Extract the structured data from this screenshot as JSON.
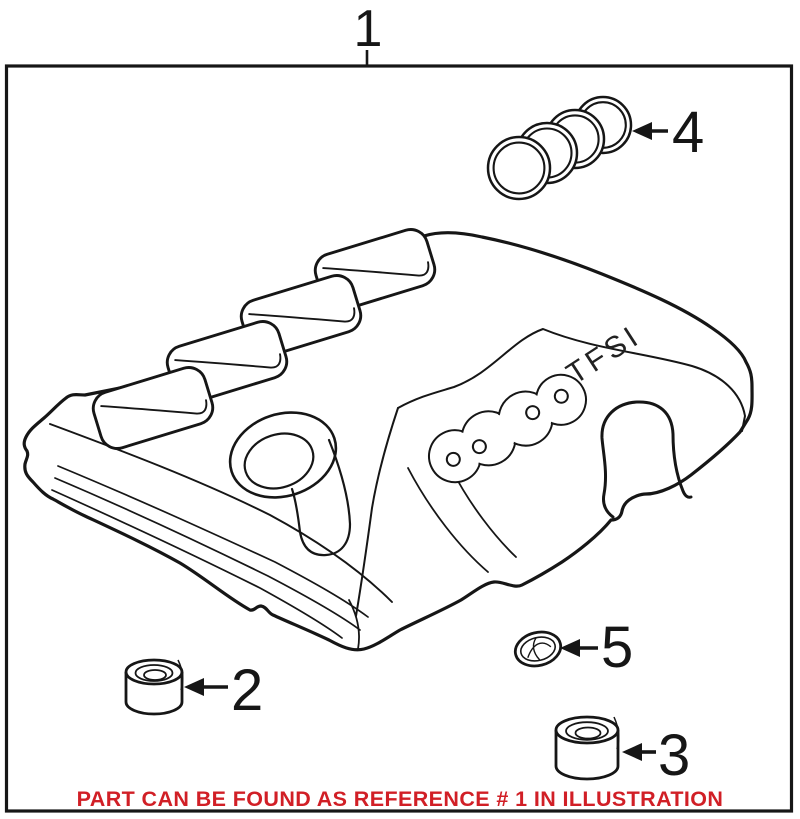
{
  "figure": {
    "caption": "PART CAN BE FOUND AS REFERENCE # 1 IN ILLUSTRATION",
    "badge": "TFSI",
    "callouts": {
      "c1": "1",
      "c2": "2",
      "c3": "3",
      "c4": "4",
      "c5": "5"
    },
    "colors": {
      "line": "#161616",
      "caption": "#d11f26",
      "background": "#ffffff"
    }
  }
}
